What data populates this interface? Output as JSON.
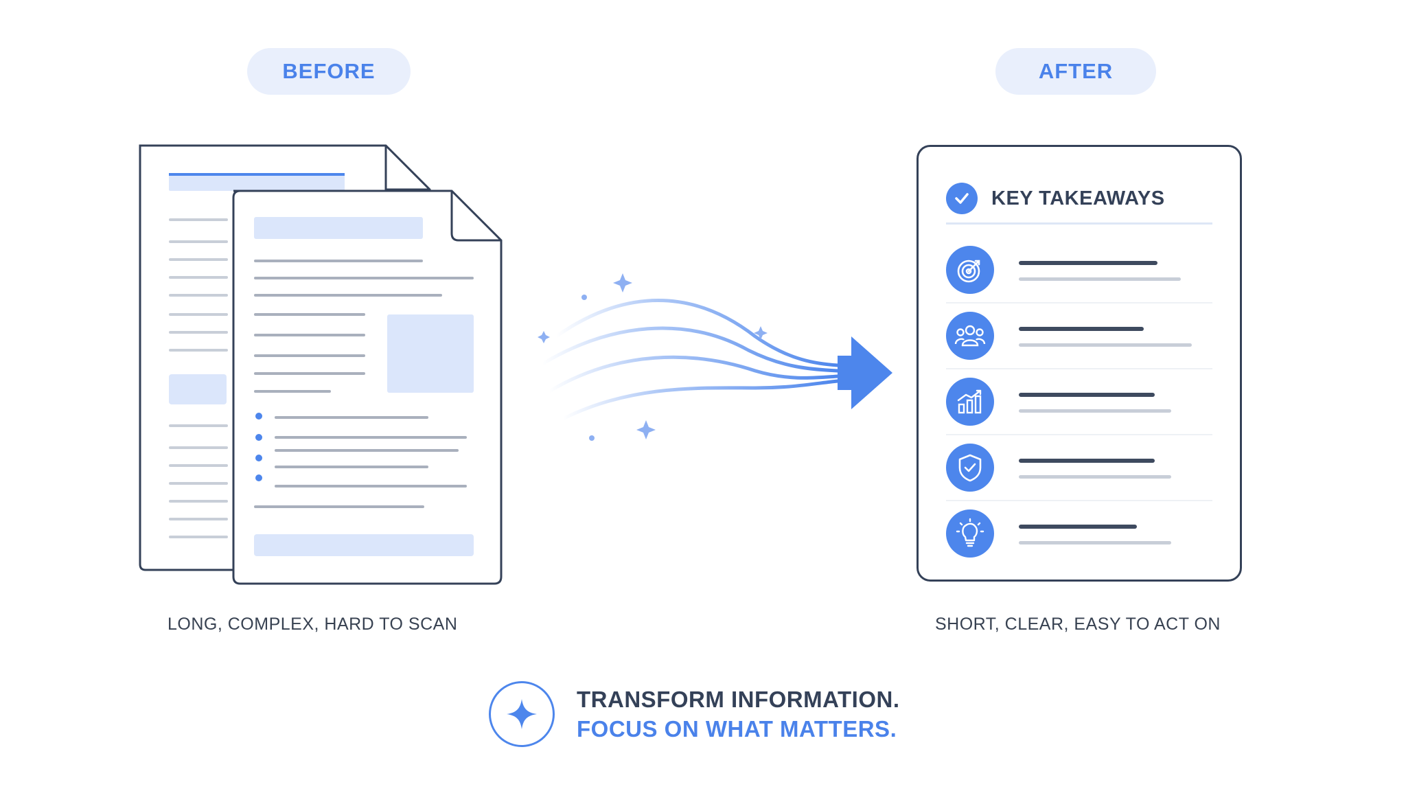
{
  "labels": {
    "before": "BEFORE",
    "after": "AFTER"
  },
  "captions": {
    "before": "LONG, COMPLEX, HARD TO SCAN",
    "after": "SHORT, CLEAR, EASY TO ACT ON"
  },
  "card": {
    "title": "KEY TAKEAWAYS",
    "items": [
      {
        "icon": "target-icon"
      },
      {
        "icon": "team-icon"
      },
      {
        "icon": "growth-chart-icon"
      },
      {
        "icon": "shield-check-icon"
      },
      {
        "icon": "lightbulb-icon"
      }
    ]
  },
  "tagline": {
    "line1": "TRANSFORM INFORMATION.",
    "line2": "FOCUS ON WHAT MATTERS."
  },
  "colors": {
    "accent": "#4d86ec",
    "dark": "#344158",
    "light_fill": "#e3ebfb",
    "gray_line": "#c8ced8"
  }
}
